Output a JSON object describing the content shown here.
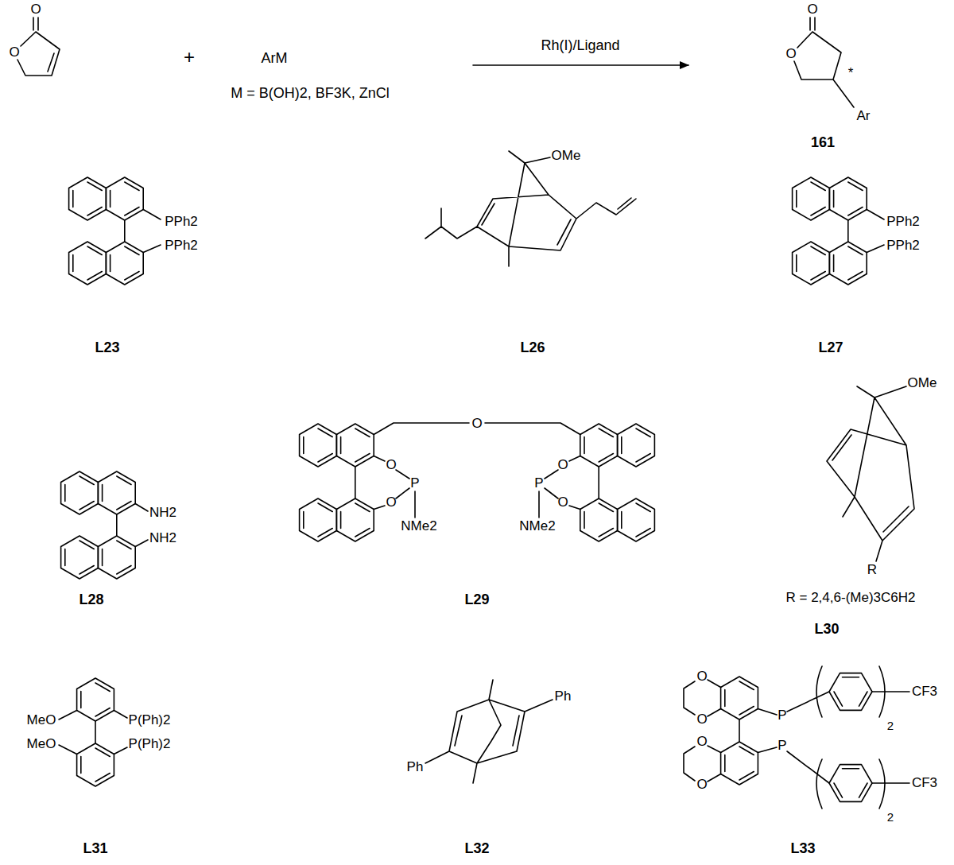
{
  "diagram": {
    "labels": [
      "O",
      "O",
      "+",
      "ArM",
      "M = B(OH)2, BF3K, ZnCl",
      "Rh(I)/Ligand",
      "O",
      "O",
      "*",
      "Ar",
      "161",
      "PPh2",
      "PPh2",
      "L23",
      "OMe",
      "L26",
      "PPh2",
      "PPh2",
      "L27",
      "NH2",
      "NH2",
      "L28",
      "O",
      "O",
      "P",
      "O",
      "NMe2",
      "O",
      "P",
      "O",
      "NMe2",
      "L29",
      "OMe",
      "R",
      "R = 2,4,6-(Me)3C6H2",
      "L30",
      "MeO",
      "P(Ph)2",
      "MeO",
      "P(Ph)2",
      "L31",
      "Ph",
      "Ph",
      "L32",
      "O",
      "O",
      "P",
      "CF3",
      "2",
      "O",
      "O",
      "P",
      "CF3",
      "2",
      "L33"
    ]
  }
}
